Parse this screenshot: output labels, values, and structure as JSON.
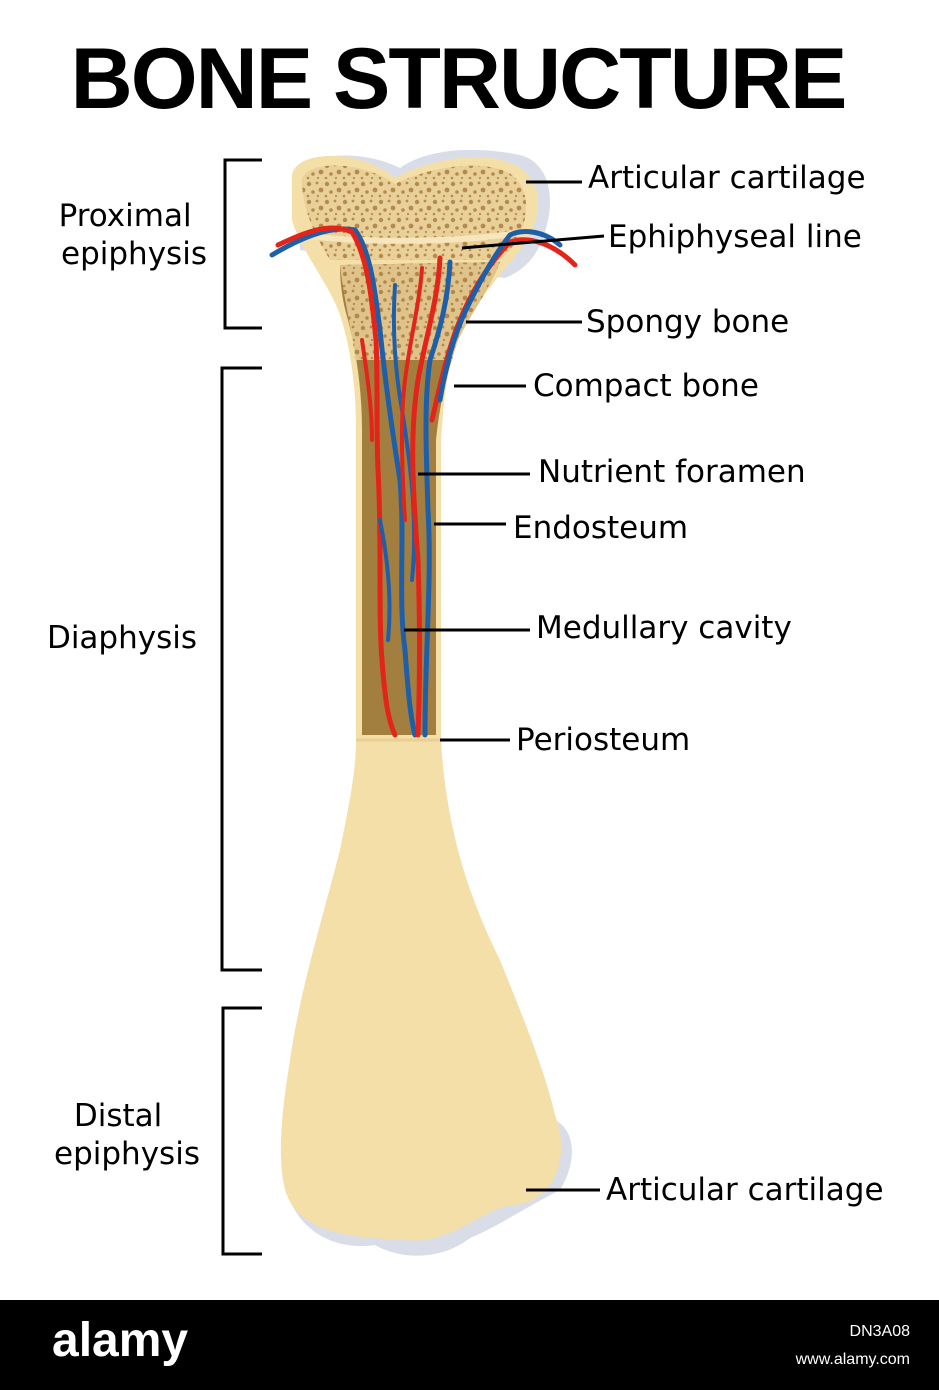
{
  "title": "BONE STRUCTURE",
  "regions": {
    "proximal": [
      "Proximal",
      "epiphysis"
    ],
    "diaphysis": "Diaphysis",
    "distal": [
      "Distal",
      "epiphysis"
    ]
  },
  "labels": {
    "articular_cartilage_top": "Articular cartilage",
    "epiphyseal_line": "Ephiphyseal line",
    "spongy_bone": "Spongy bone",
    "compact_bone": "Compact bone",
    "nutrient_foramen": "Nutrient foramen",
    "endosteum": "Endosteum",
    "medullary_cavity": "Medullary cavity",
    "periosteum": "Periosteum",
    "articular_cartilage_bottom": "Articular cartilage"
  },
  "footer": {
    "brand": "alamy",
    "image_id": "DN3A08",
    "site": "www.alamy.com"
  },
  "colors": {
    "bone": "#f5dfa8",
    "bone_edge": "#e8cf92",
    "cartilage": "#d9dde8",
    "spongy_dots": "#b58a4e",
    "marrow": "#a37f3f",
    "artery": "#e3241b",
    "vein": "#1f5fa8",
    "footer_bg": "#000000"
  }
}
